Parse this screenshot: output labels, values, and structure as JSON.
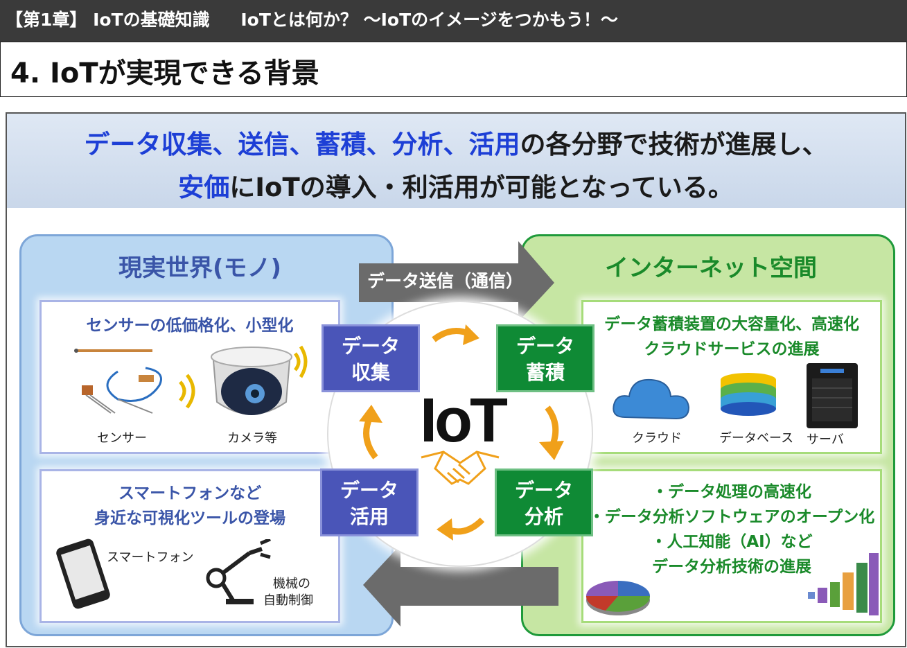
{
  "header": {
    "chapter": "【第1章】 IoTの基礎知識",
    "section": "IoTとは何か？ ～IoTのイメージをつかもう！～"
  },
  "page_title": "4. IoTが実現できる背景",
  "banner": {
    "line1_highlight": "データ収集、送信、蓄積、分析、活用",
    "line1_rest": "の各分野で技術が進展し、",
    "line2_highlight": "安価",
    "line2_rest": "にIoTの導入・利活用が可能となっている。"
  },
  "left_panel": {
    "title": "現実世界(モノ)",
    "box1": {
      "heading": "センサーの低価格化、小型化",
      "caption_sensor": "センサー",
      "caption_camera": "カメラ等"
    },
    "box2": {
      "heading_line1": "スマートフォンなど",
      "heading_line2": "身近な可視化ツールの登場",
      "caption_phone": "スマートフォン",
      "caption_robot_line1": "機械の",
      "caption_robot_line2": "自動制御"
    }
  },
  "right_panel": {
    "title": "インターネット空間",
    "box1": {
      "heading_line1": "データ蓄積装置の大容量化、高速化",
      "heading_line2": "クラウドサービスの進展",
      "caption_cloud": "クラウド",
      "caption_db": "データベース",
      "caption_server": "サーバ"
    },
    "box2": {
      "line1": "・データ処理の高速化",
      "line2": "・データ分析ソフトウェアのオープン化",
      "line3": "・人工知能（AI）など",
      "line4": "データ分析技術の進展"
    }
  },
  "center": {
    "arrow_label": "データ送信（通信）",
    "logo": "IoT",
    "steps": {
      "collect": {
        "line1": "データ",
        "line2": "収集"
      },
      "store": {
        "line1": "データ",
        "line2": "蓄積"
      },
      "analyze": {
        "line1": "データ",
        "line2": "分析"
      },
      "utilize": {
        "line1": "データ",
        "line2": "活用"
      }
    }
  },
  "colors": {
    "highlight_blue": "#1d3fd6",
    "step_blue": "#4a55b8",
    "step_green": "#0f8a35",
    "cycle_arrow": "#f0a01a",
    "flow_arrow": "#666666"
  }
}
